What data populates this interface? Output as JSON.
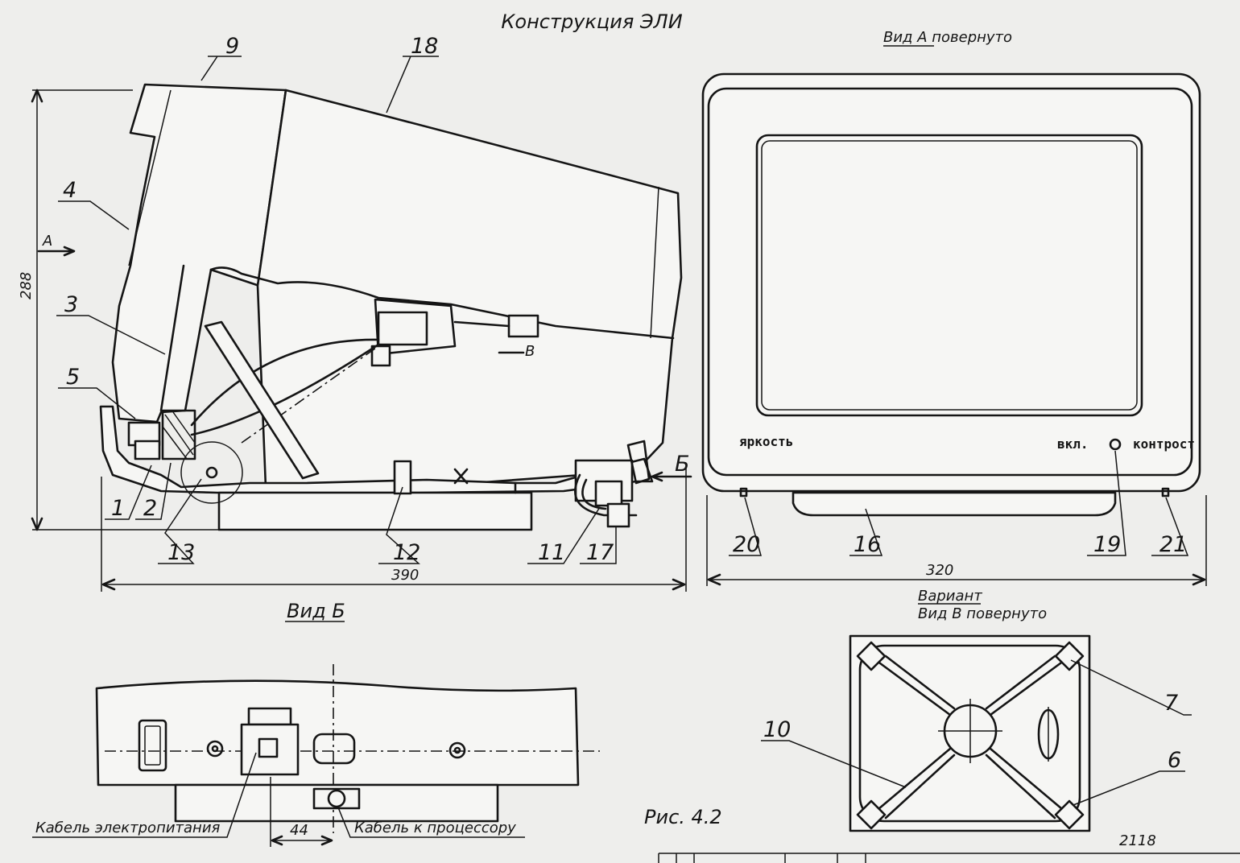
{
  "title": "Конструкция ЭЛИ",
  "views": {
    "view_a": "Вид А повернуто",
    "view_b": "Вид Б",
    "variant": "Вариант",
    "view_v": "Вид В повернуто"
  },
  "figure_caption": "Рис. 4.2",
  "handwritten_number": "2118",
  "dimensions": {
    "height": "288",
    "length": "390",
    "width": "320",
    "spacing": "44"
  },
  "arrows": {
    "a": "А",
    "b": "Б",
    "v": "В"
  },
  "controls": {
    "brightness": "яркость",
    "power": "вкл.",
    "contrast": "контрост"
  },
  "cables": {
    "power_cable": "Кабель электропитания",
    "processor_cable": "Кабель к процессору"
  },
  "callouts": {
    "n1": "1",
    "n2": "2",
    "n3": "3",
    "n4": "4",
    "n5": "5",
    "n6": "6",
    "n7": "7",
    "n9": "9",
    "n10": "10",
    "n11": "11",
    "n12": "12",
    "n13": "13",
    "n16": "16",
    "n17": "17",
    "n18": "18",
    "n19": "19",
    "n20": "20",
    "n21": "21"
  },
  "colors": {
    "ink": "#151515",
    "paper": "#eeeeec"
  }
}
